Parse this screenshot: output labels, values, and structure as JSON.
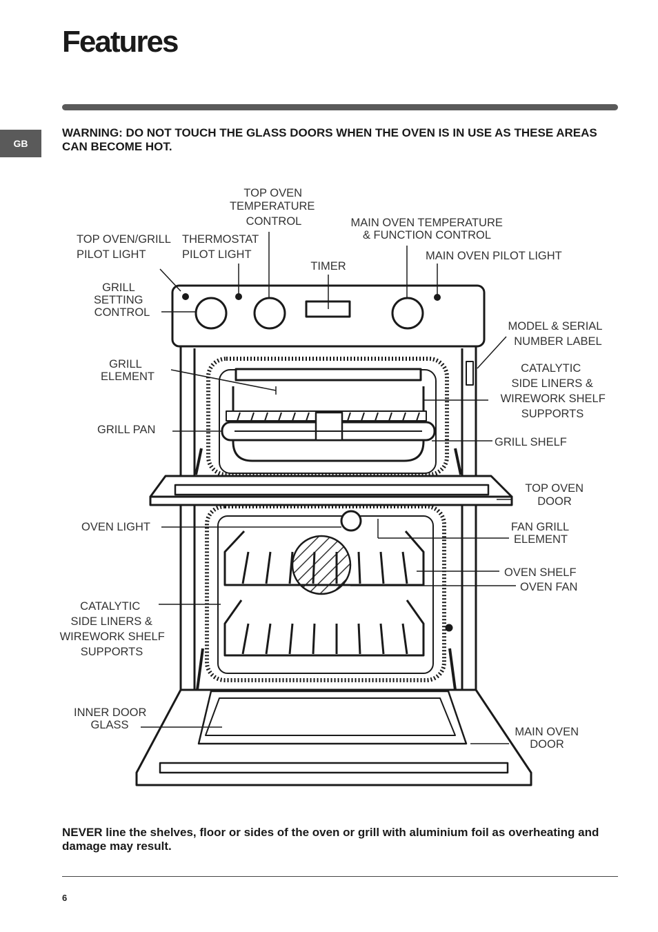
{
  "page": {
    "title": "Features",
    "lang_tab": "GB",
    "warning": "WARNING: DO NOT TOUCH THE GLASS DOORS WHEN THE OVEN IS IN USE AS THESE AREAS CAN BECOME HOT.",
    "never_note": "NEVER line the shelves, floor or sides of the oven or grill with aluminium foil as overheating and damage may result.",
    "page_number": "6"
  },
  "labels": {
    "top_oven_temp": [
      "TOP OVEN",
      "TEMPERATURE",
      "CONTROL"
    ],
    "top_oven_grill_pilot": [
      "TOP OVEN/GRILL",
      "PILOT LIGHT"
    ],
    "thermostat_pilot": [
      "THERMOSTAT",
      "PILOT LIGHT"
    ],
    "timer": [
      "TIMER"
    ],
    "main_oven_temp": [
      "MAIN OVEN TEMPERATURE",
      "& FUNCTION CONTROL"
    ],
    "main_oven_pilot": [
      "MAIN OVEN PILOT LIGHT"
    ],
    "grill_setting": [
      "GRILL",
      "SETTING",
      "CONTROL"
    ],
    "model_serial": [
      "MODEL & SERIAL",
      "NUMBER LABEL"
    ],
    "grill_element": [
      "GRILL",
      "ELEMENT"
    ],
    "catalytic_top": [
      "CATALYTIC",
      "SIDE LINERS &",
      "WIREWORK SHELF",
      "SUPPORTS"
    ],
    "grill_pan": [
      "GRILL PAN"
    ],
    "grill_shelf": [
      "GRILL SHELF"
    ],
    "top_oven_door": [
      "TOP OVEN",
      "DOOR"
    ],
    "oven_light": [
      "OVEN LIGHT"
    ],
    "fan_grill_element": [
      "FAN GRILL",
      "ELEMENT"
    ],
    "oven_shelf": [
      "OVEN SHELF"
    ],
    "oven_fan": [
      "OVEN FAN"
    ],
    "catalytic_main": [
      "CATALYTIC",
      "SIDE LINERS &",
      "WIREWORK SHELF",
      "SUPPORTS"
    ],
    "inner_door_glass": [
      "INNER DOOR",
      "GLASS"
    ],
    "main_oven_door": [
      "MAIN OVEN",
      "DOOR"
    ]
  }
}
